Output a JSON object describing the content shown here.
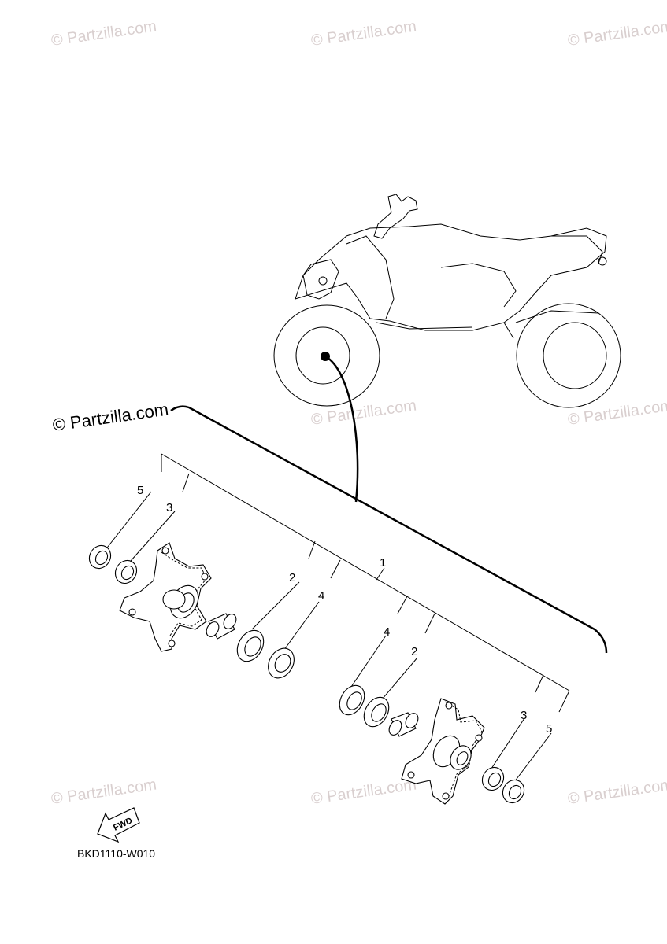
{
  "watermarks": [
    "© Partzilla.com",
    "© Partzilla.com",
    "© Partzilla.com",
    "© Partzilla.com",
    "© Partzilla.com",
    "© Partzilla.com",
    "© Partzilla.com",
    "© Partzilla.com"
  ],
  "copyright": "© Partzilla.com",
  "callouts": {
    "c1": "1",
    "c2_left": "2",
    "c3_left": "3",
    "c4_left": "4",
    "c5_left": "5",
    "c2_right": "2",
    "c3_right": "3",
    "c4_right": "4",
    "c5_right": "5"
  },
  "fwd_label": "FWD",
  "diagram_code": "BKD1110-W010",
  "icon_names": [
    "atv-outline",
    "wheel-hub",
    "bearing",
    "oil-seal",
    "collar",
    "fwd-arrow-icon"
  ]
}
